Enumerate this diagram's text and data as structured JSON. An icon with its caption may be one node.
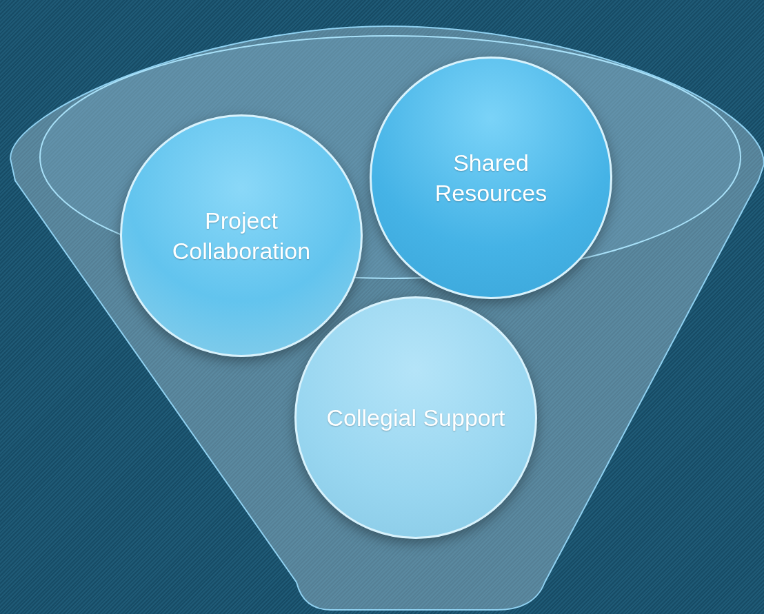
{
  "diagram": {
    "nodes": [
      {
        "text": [
          "Project Collaboration"
        ]
      },
      {
        "text": [
          "Shared Resources"
        ]
      },
      {
        "text": [
          "Collegial Support"
        ]
      }
    ]
  }
}
